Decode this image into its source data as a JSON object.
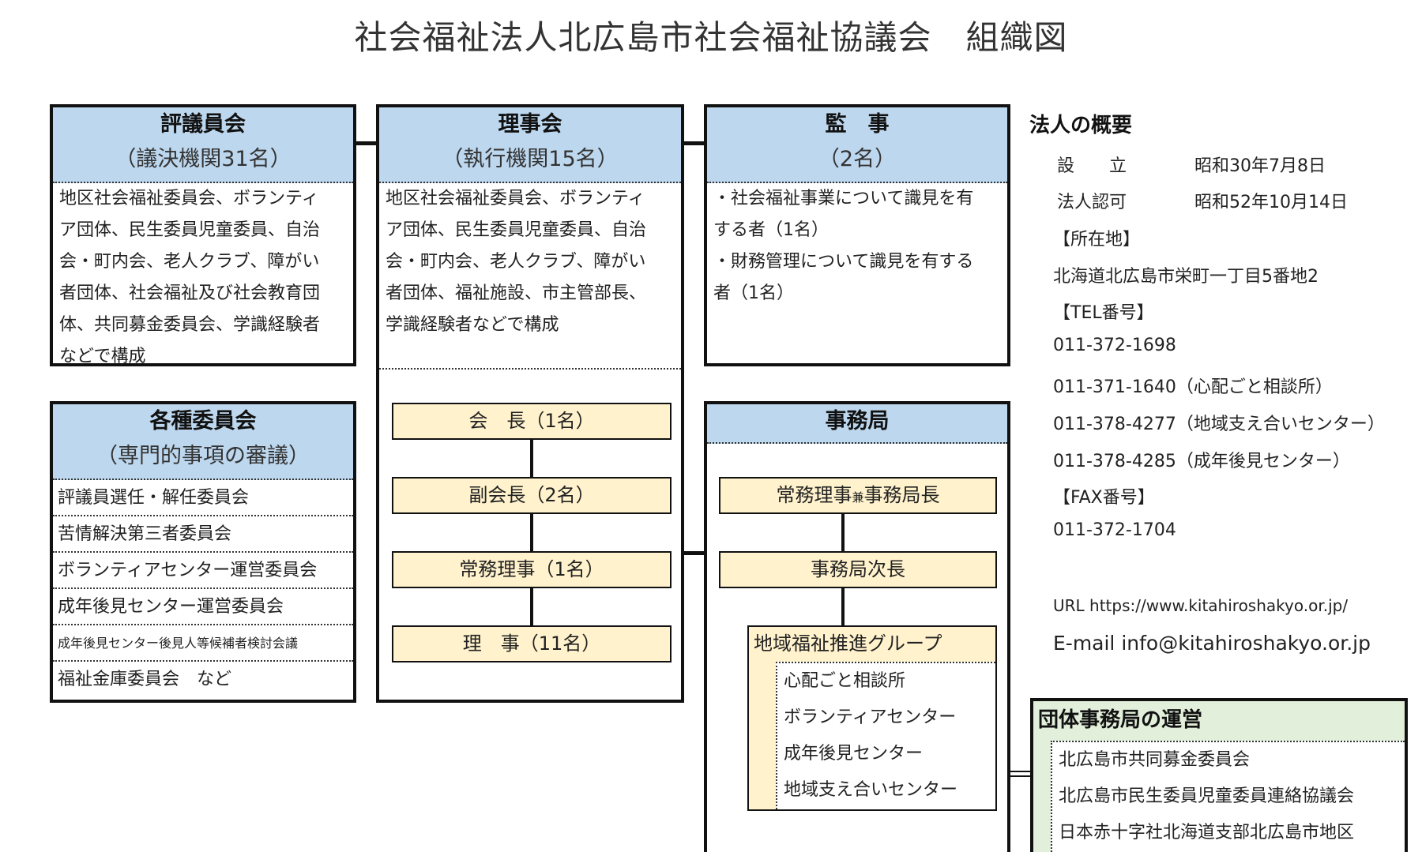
{
  "title": "社会福祉法人北広島市社会福祉協議会　組織図",
  "councilors": {
    "name": "評議員会",
    "sub": "（議決機関31名）",
    "lines": [
      "地区社会福祉委員会、ボランティ",
      "ア団体、民生委員児童委員、自治",
      "会・町内会、老人クラブ、障がい",
      "者団体、社会福祉及び社会教育団",
      "体、共同募金委員会、学識経験者",
      "などで構成"
    ]
  },
  "board": {
    "name": "理事会",
    "sub": "（執行機関15名）",
    "lines": [
      "地区社会福祉委員会、ボランティ",
      "ア団体、民生委員児童委員、自治",
      "会・町内会、老人クラブ、障がい",
      "者団体、福祉施設、市主管部長、",
      "学識経験者などで構成"
    ],
    "roles": [
      "会　長（1名）",
      "副会長（2名）",
      "常務理事（1名）",
      "理　事（11名）"
    ]
  },
  "auditors": {
    "name": "監　事",
    "sub": "（2名）",
    "lines": [
      "・社会福祉事業について識見を有",
      "する者（1名）",
      "・財務管理について識見を有する",
      "者（1名）"
    ]
  },
  "committees": {
    "name": "各種委員会",
    "sub": "（専門的事項の審議）",
    "items": [
      "評議員選任・解任委員会",
      "苦情解決第三者委員会",
      "ボランティアセンター運営委員会",
      "成年後見センター運営委員会",
      "成年後見センター後見人等候補者検討会議",
      "福祉金庫委員会　など"
    ]
  },
  "secretariat": {
    "name": "事務局",
    "director_pre": "常務理事",
    "director_small": "兼",
    "director_post": "事務局長",
    "deputy": "事務局次長",
    "group": {
      "name": "地域福祉推進グループ",
      "items": [
        "心配ごと相談所",
        "ボランティアセンター",
        "成年後見センター",
        "地域支え合いセンター"
      ]
    }
  },
  "orgs": {
    "name": "団体事務局の運営",
    "items": [
      "北広島市共同募金委員会",
      "北広島市民生委員児童委員連絡協議会",
      "日本赤十字社北海道支部北広島市地区"
    ]
  },
  "overview": {
    "heading": "法人の概要",
    "est_label": "設　　立",
    "est_value": "昭和30年7月8日",
    "auth_label": "法人認可",
    "auth_value": "昭和52年10月14日",
    "addr_label": "【所在地】",
    "address": "北海道北広島市栄町一丁目5番地2",
    "tel_label": "【TEL番号】",
    "tels": [
      "011-372-1698",
      "011-371-1640（心配ごと相談所）",
      "011-378-4277（地域支え合いセンター）",
      "011-378-4285（成年後見センター）"
    ],
    "fax_label": "【FAX番号】",
    "fax": "011-372-1704",
    "url": "URL https://www.kitahiroshakyo.or.jp/",
    "email": "E-mail info@kitahiroshakyo.or.jp"
  },
  "colors": {
    "header_blue": "#bdd7ee",
    "role_yellow": "#fff2cc",
    "green": "#e2efda"
  }
}
